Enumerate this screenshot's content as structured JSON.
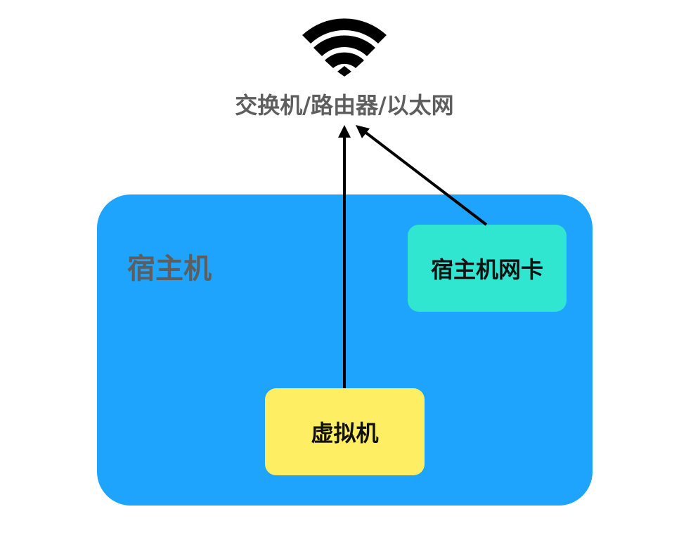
{
  "network": {
    "label": "交换机/路由器/以太网",
    "icon": "wifi-icon"
  },
  "host": {
    "label": "宿主机",
    "color": "#1ea4fd"
  },
  "host_nic": {
    "label": "宿主机网卡",
    "color": "#30e6d0"
  },
  "virtual_machine": {
    "label": "虚拟机",
    "color": "#fdee63"
  },
  "connections": [
    {
      "from": "虚拟机",
      "to": "交换机/路由器/以太网"
    },
    {
      "from": "宿主机网卡",
      "to": "交换机/路由器/以太网"
    }
  ]
}
